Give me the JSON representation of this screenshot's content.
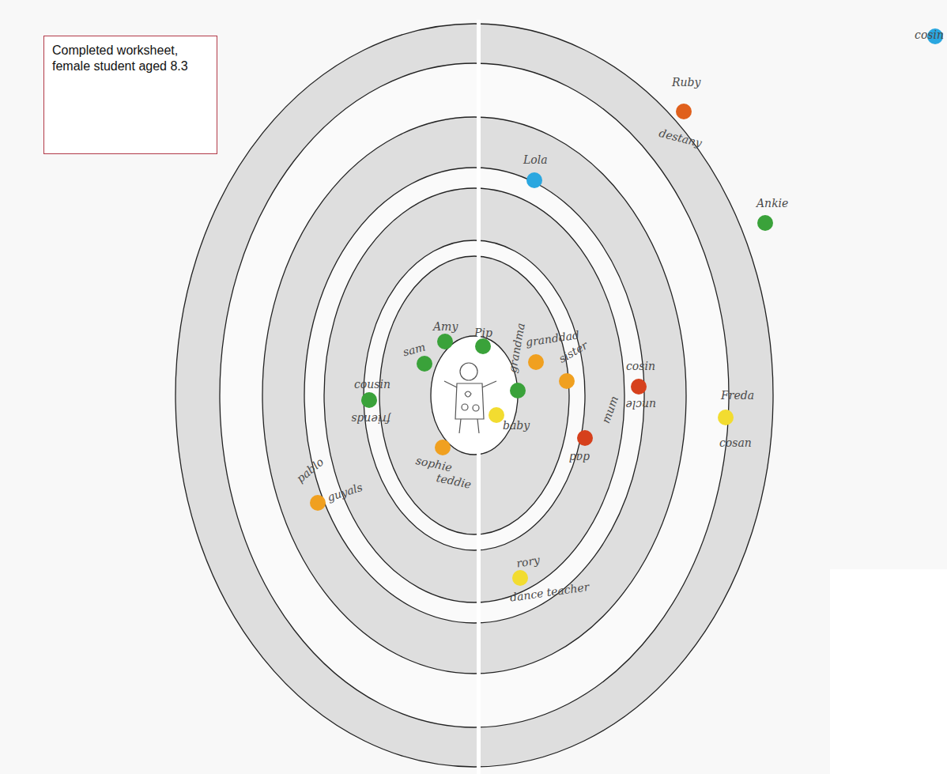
{
  "diagram": {
    "nodes": [
      {
        "text": [
          "Completed worksheet, female student aged 8.3"
        ]
      }
    ],
    "labels": [
      "cosin",
      "Ruby",
      "destany",
      "Lola",
      "Ankie",
      "cosin",
      "uncle",
      "Freda",
      "cosan",
      "mum",
      "dad",
      "granddad",
      "grandma",
      "sister",
      "baby",
      "Amy",
      "Pip",
      "sam",
      "cousin",
      "friends",
      "sophie",
      "teddie",
      "pablo",
      "guyals",
      "rory",
      "dance teacher"
    ]
  }
}
